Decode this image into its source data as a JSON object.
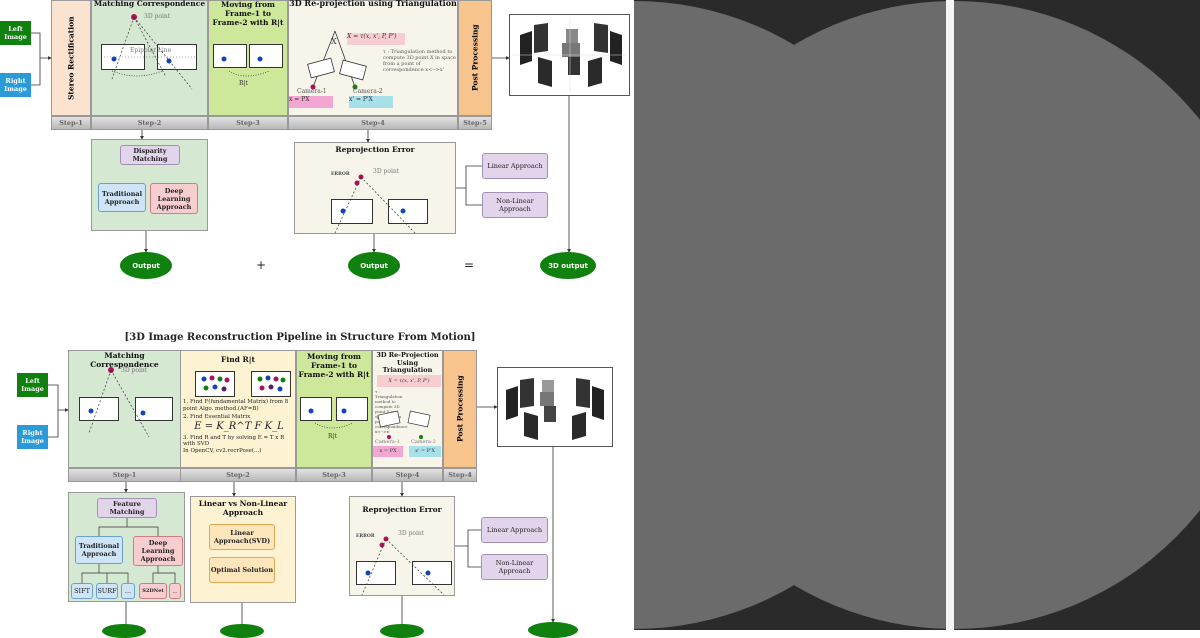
{
  "top": {
    "left_image": "Left Image",
    "right_image": "Right Image",
    "stereo": "Stereo Rectification",
    "matching": "Matching Correspondence",
    "point3d": "3D point",
    "epipolar": "Epipolar Line",
    "moving": "Moving from Frame-1 to Frame-2 with R|t",
    "rt": "R|t",
    "reproj_title": "3D Re-projection using Triangulation",
    "formula_x": "X = τ(x, x', P, P')",
    "tau_note": "τ : Triangulation method to compute 3D point X in space from a point of correspondence x<-->x'",
    "x_label": "X",
    "camera1": "Camera-1",
    "camera2": "Camera-2",
    "cam1_formula": "x = PX",
    "cam2_formula": "x' = P'X",
    "post": "Post Processing",
    "steps": [
      "Step-1",
      "Step-2",
      "Step-3",
      "Step-4",
      "Step-5"
    ],
    "disparity": "Disparity Matching",
    "traditional": "Traditional Approach",
    "deep": "Deep Learning Approach",
    "reproj_error": "Reprojection Error",
    "error": "ERROR",
    "linear": "Linear Approach",
    "nonlinear": "Non-Linear Approach",
    "output": "Output",
    "output3d": "3D output",
    "plus": "+",
    "equals": "="
  },
  "bottom": {
    "title": "[3D Image Reconstruction Pipeline in Structure From Motion]",
    "left_image": "Left Image",
    "right_image": "Right Image",
    "matching": "Matching Correspondence",
    "point3d": "3D point",
    "find_rt": "Find R|t",
    "find_steps": [
      "1. Find F(fundamental Matrix) from 8 point Algo. method.(AF=B)",
      "2. Find Essential Matrix",
      "E = K_R^T F K_L",
      "3. Find R and T by solving E = T x R with SVD",
      "In OpenCV, cv2.recrPose(...)"
    ],
    "moving": "Moving from Frame-1 to Frame-2 with R|t",
    "rt": "R|t",
    "reproj_title": "3D Re-Projection Using Triangulation",
    "formula_x": "X = τ(x, x', P, P')",
    "tau_note": "τ : Triangulation method to compute 3D point X in space from a point of correspondence x<-->x'",
    "camera1": "Camera-1",
    "camera2": "Camera-2",
    "cam1_formula": "x = PX",
    "cam2_formula": "x' = P'X",
    "post": "Post Processing",
    "steps": [
      "Step-1",
      "Step-2",
      "Step-3",
      "Step-4",
      "Step-4"
    ],
    "feature": "Feature Matching",
    "traditional": "Traditional Approach",
    "deep": "Deep Learning Approach",
    "algos": [
      "SIFT",
      "SURF",
      "...",
      "S2DNet",
      ".."
    ],
    "lin_vs_nonlin": "Linear vs Non-Linear Approach",
    "linear_svd": "Linear Approach(SVD)",
    "optimal": "Optimal Solution",
    "reproj_error": "Reprojection Error",
    "error": "ERROR",
    "linear": "Linear Approach",
    "nonlinear": "Non-Linear Approach"
  },
  "colors": {
    "green_tag": "#10800e",
    "blue_tag": "#2a9bd8",
    "peach": "#fbe3cf",
    "mint": "#d4e8d2",
    "lime": "#cde89a",
    "cream": "#f7f4ea",
    "yellow": "#fdf2d2",
    "post_orange": "#f8c48e",
    "dark_bg": "#2a2a2a",
    "circle": "#6b6b6b"
  }
}
